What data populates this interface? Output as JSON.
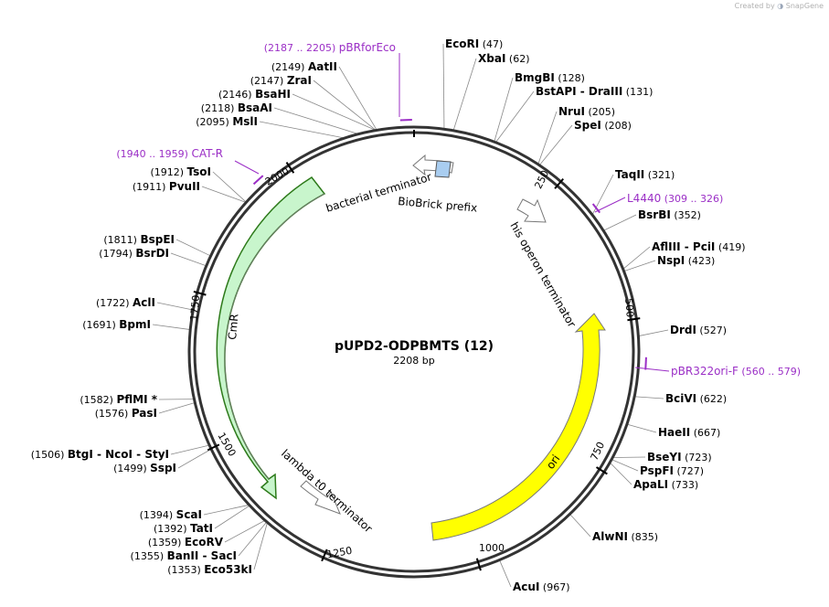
{
  "watermark": {
    "prefix": "Created by",
    "brand": "SnapGene"
  },
  "plasmid": {
    "name": "pUPD2-ODPBMTS (12)",
    "length_label": "2208 bp",
    "length": 2208
  },
  "colors": {
    "enzyme": "#000000",
    "primer": "#9b2fc6",
    "ori": "#ffff00",
    "cmr": "#c8f5cc",
    "cmr_stroke": "#2d7a1a",
    "terminator": "#ffffff",
    "biobrick": "#a9cdf0"
  },
  "enzymes_right": [
    {
      "pos": 47,
      "label": "EcoRI",
      "num": "(47)"
    },
    {
      "pos": 62,
      "label": "XbaI",
      "num": "(62)"
    },
    {
      "pos": 128,
      "label": "BmgBI",
      "num": "(128)"
    },
    {
      "pos": 131,
      "label": "BstAPI",
      "sep": "- DraIII",
      "num": "(131)"
    },
    {
      "pos": 205,
      "label": "NruI",
      "num": "(205)"
    },
    {
      "pos": 208,
      "label": "SpeI",
      "num": "(208)"
    },
    {
      "pos": 321,
      "label": "TaqII",
      "num": "(321)"
    },
    {
      "pos": 352,
      "label": "BsrBI",
      "num": "(352)"
    },
    {
      "pos": 419,
      "label": "AflIII",
      "sep": "- PciI",
      "num": "(419)"
    },
    {
      "pos": 423,
      "label": "NspI",
      "num": "(423)"
    },
    {
      "pos": 527,
      "label": "DrdI",
      "num": "(527)"
    },
    {
      "pos": 622,
      "label": "BciVI",
      "num": "(622)"
    },
    {
      "pos": 667,
      "label": "HaeII",
      "num": "(667)"
    },
    {
      "pos": 723,
      "label": "BseYI",
      "num": "(723)"
    },
    {
      "pos": 727,
      "label": "PspFI",
      "num": "(727)"
    },
    {
      "pos": 733,
      "label": "ApaLI",
      "num": "(733)"
    },
    {
      "pos": 835,
      "label": "AlwNI",
      "num": "(835)"
    },
    {
      "pos": 967,
      "label": "AcuI",
      "num": "(967)"
    }
  ],
  "enzymes_left": [
    {
      "pos": 2149,
      "label": "AatII",
      "num": "(2149)"
    },
    {
      "pos": 2147,
      "label": "ZraI",
      "num": "(2147)"
    },
    {
      "pos": 2146,
      "label": "BsaHI",
      "num": "(2146)"
    },
    {
      "pos": 2118,
      "label": "BsaAI",
      "num": "(2118)"
    },
    {
      "pos": 2095,
      "label": "MslI",
      "num": "(2095)"
    },
    {
      "pos": 1912,
      "label": "TsoI",
      "num": "(1912)"
    },
    {
      "pos": 1911,
      "label": "PvuII",
      "num": "(1911)"
    },
    {
      "pos": 1811,
      "label": "BspEI",
      "num": "(1811)"
    },
    {
      "pos": 1794,
      "label": "BsrDI",
      "num": "(1794)"
    },
    {
      "pos": 1722,
      "label": "AclI",
      "num": "(1722)"
    },
    {
      "pos": 1691,
      "label": "BpmI",
      "num": "(1691)"
    },
    {
      "pos": 1582,
      "label": "PflMI *",
      "num": "(1582)"
    },
    {
      "pos": 1576,
      "label": "PasI",
      "num": "(1576)"
    },
    {
      "pos": 1506,
      "label": "BtgI",
      "sep": "- NcoI - StyI",
      "num": "(1506)"
    },
    {
      "pos": 1499,
      "label": "SspI",
      "num": "(1499)"
    },
    {
      "pos": 1394,
      "label": "ScaI",
      "num": "(1394)"
    },
    {
      "pos": 1392,
      "label": "TatI",
      "num": "(1392)"
    },
    {
      "pos": 1359,
      "label": "EcoRV",
      "num": "(1359)"
    },
    {
      "pos": 1355,
      "label": "BanII",
      "sep": "- SacI",
      "num": "(1355)"
    },
    {
      "pos": 1353,
      "label": "Eco53kI",
      "num": "(1353)"
    }
  ],
  "primers": [
    {
      "label": "pBRforEco",
      "range": "(2187 .. 2205)",
      "start": 2187,
      "end": 2205
    },
    {
      "label": "CAT-R",
      "range": "(1940 .. 1959)",
      "start": 1940,
      "end": 1959
    },
    {
      "label": "L4440",
      "range": "(309 .. 326)",
      "start": 309,
      "end": 326
    },
    {
      "label": "pBR322ori-F",
      "range": "(560 .. 579)",
      "start": 560,
      "end": 579
    }
  ],
  "features": [
    {
      "label": "bacterial terminator",
      "start": 14,
      "end": 73
    },
    {
      "label": "BioBrick prefix",
      "start": 20,
      "end": 40
    },
    {
      "label": "his operon terminator",
      "start": 270,
      "end": 335
    },
    {
      "label": "ori",
      "start": 600,
      "end": 1188
    },
    {
      "label": "CmR",
      "start": 1464,
      "end": 2050
    },
    {
      "label": "lambda t0 terminator",
      "start": 1360,
      "end": 1450
    }
  ],
  "ticks": [
    "250",
    "500",
    "750",
    "1000",
    "1250",
    "1500",
    "1750",
    "2000"
  ]
}
